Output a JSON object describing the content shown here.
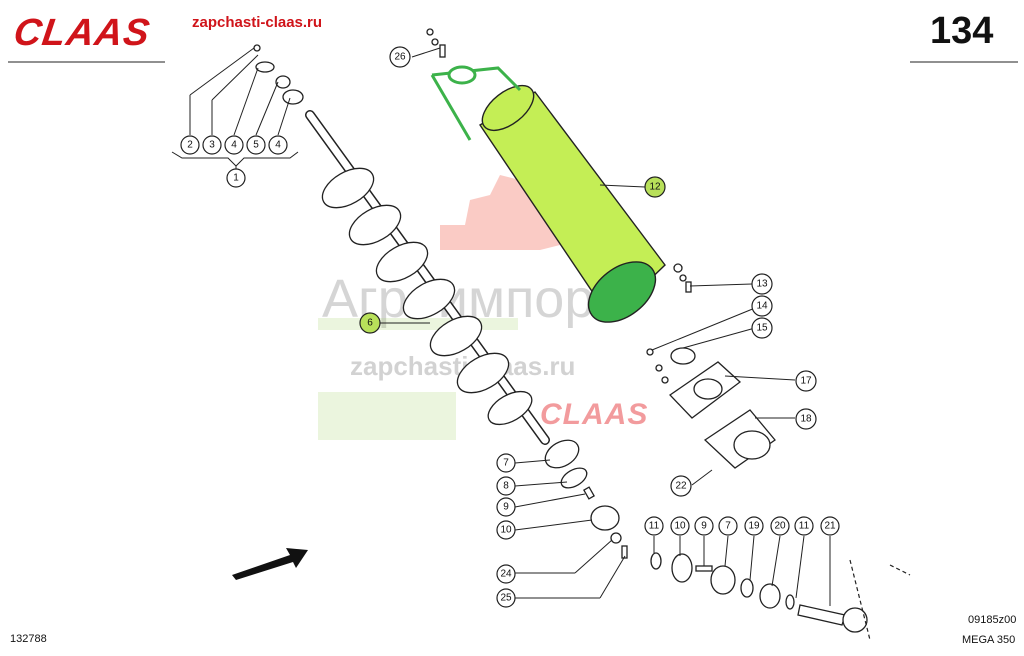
{
  "header": {
    "brand": "CLAAS",
    "site": "zapchasti-claas.ru",
    "page_number": "134"
  },
  "footer": {
    "code_left": "132788",
    "code_right": "09185z00",
    "model": "MEGA 350"
  },
  "watermark": {
    "name": "Агроимпорт",
    "site": "zapchasti-claas.ru",
    "logo": "CLAAS"
  },
  "colors": {
    "brand_red": "#d0141a",
    "highlight_green": "#b8e05a",
    "highlight_dark": "#3cb24a"
  },
  "callouts": {
    "c1": "1",
    "c2": "2",
    "c3": "3",
    "c4a": "4",
    "c5": "5",
    "c4b": "4",
    "c26": "26",
    "c12": "12",
    "c6": "6",
    "c13": "13",
    "c14": "14",
    "c15": "15",
    "c17": "17",
    "c18": "18",
    "c22": "22",
    "c7": "7",
    "c8": "8",
    "c9": "9",
    "c10": "10",
    "c24": "24",
    "c25": "25",
    "r11a": "11",
    "r10": "10",
    "r9": "9",
    "r7": "7",
    "r19": "19",
    "r20": "20",
    "r11b": "11",
    "r21": "21"
  }
}
